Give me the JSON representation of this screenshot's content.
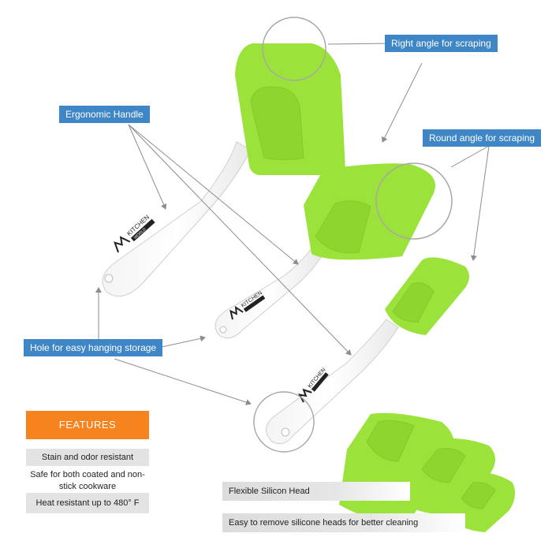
{
  "callouts": {
    "right_angle": "Right angle for scraping",
    "ergonomic": "Ergonomic Handle",
    "round_angle": "Round angle for scraping",
    "hole": "Hole for easy hanging storage"
  },
  "features": {
    "header": "FEATURES",
    "items": [
      "Stain and odor resistant",
      "Safe for both coated and non-stick cookware",
      "Heat resistant up to 480° F"
    ]
  },
  "bars": {
    "flexible": "Flexible Silicon Head",
    "removable": "Easy to remove silicone heads for better cleaning"
  },
  "brand": {
    "word1": "KITCHEN",
    "word2": "WORLD"
  },
  "colors": {
    "silicone": "#9be23a",
    "silicone_dark": "#7fc424",
    "callout": "#3f86c6",
    "features_header": "#f7831f"
  }
}
